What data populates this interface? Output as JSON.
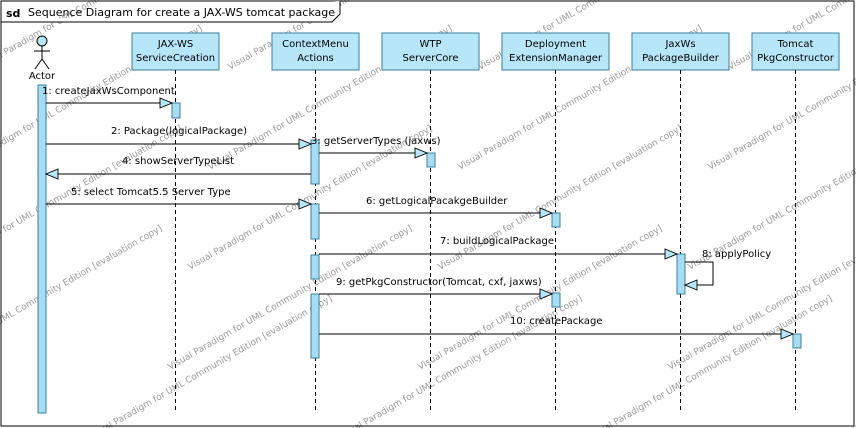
{
  "frame": {
    "tag": "sd",
    "title": "Sequence Diagram for create a JAX-WS tomcat package"
  },
  "actor": {
    "label": "Actor"
  },
  "lifelines": [
    {
      "id": "svc",
      "line1": "JAX-WS",
      "line2": "ServiceCreation"
    },
    {
      "id": "ctx",
      "line1": "ContextMenu",
      "line2": "Actions"
    },
    {
      "id": "wtp",
      "line1": "WTP",
      "line2": "ServerCore"
    },
    {
      "id": "dep",
      "line1": "Deployment",
      "line2": "ExtensionManager"
    },
    {
      "id": "jax",
      "line1": "JaxWs",
      "line2": "PackageBuilder"
    },
    {
      "id": "tom",
      "line1": "Tomcat",
      "line2": "PkgConstructor"
    }
  ],
  "messages": [
    {
      "from": "actor",
      "to": "svc",
      "label": "1: createJaxWsComponent"
    },
    {
      "from": "actor",
      "to": "ctx",
      "label": "2: Package(logicalPackage)"
    },
    {
      "from": "ctx",
      "to": "wtp",
      "label": "3: getServerTypes (jaxws)"
    },
    {
      "from": "ctx",
      "to": "actor",
      "label": "4: showServerTypeList"
    },
    {
      "from": "actor",
      "to": "ctx",
      "label": "5: select Tomcat5.5 Server Type"
    },
    {
      "from": "ctx",
      "to": "dep",
      "label": "6: getLogicalPacakgeBuilder"
    },
    {
      "from": "ctx",
      "to": "jax",
      "label": "7: buildLogicalPackage"
    },
    {
      "from": "jax",
      "to": "jax",
      "label": "8: applyPolicy"
    },
    {
      "from": "ctx",
      "to": "dep",
      "label": "9: getPkgConstructor(Tomcat, cxf, jaxws)"
    },
    {
      "from": "ctx",
      "to": "tom",
      "label": "10: createPackage"
    }
  ],
  "watermark": "Visual Paradigm for UML Community Edition [evaluation copy]",
  "colors": {
    "box_fill": "#b7e6f8",
    "box_stroke": "#3d7f99",
    "activation_fill": "#a8dcf3",
    "frame_stroke": "#000000"
  }
}
